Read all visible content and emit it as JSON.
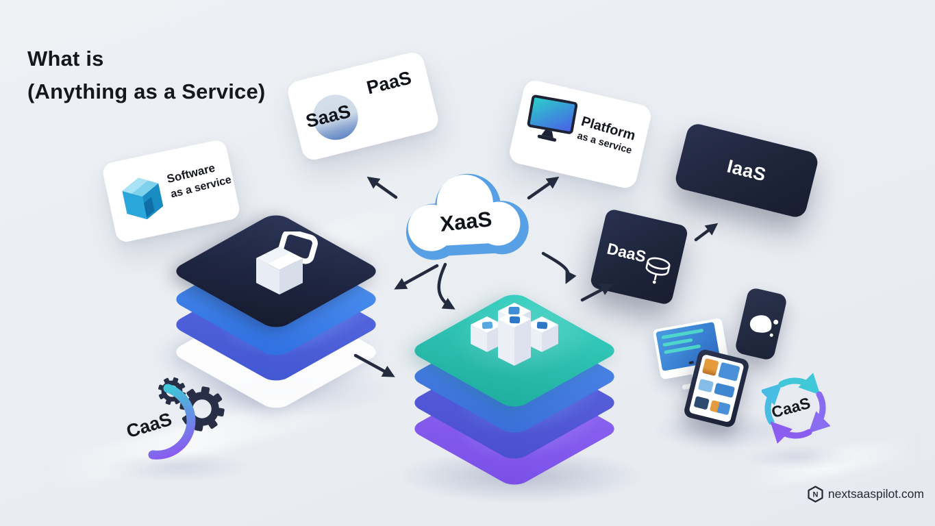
{
  "title": {
    "line1": "What is",
    "line2": "(Anything as a Service)"
  },
  "cloud": {
    "label": "XaaS"
  },
  "cards": {
    "saas_paas": {
      "saas_label": "SaaS",
      "paas_label": "PaaS"
    },
    "software": {
      "title": "Software",
      "subtitle": "as a service"
    },
    "platform": {
      "title": "Platform",
      "subtitle": "as a service"
    },
    "iaas": {
      "label": "IaaS"
    },
    "daas": {
      "label": "DaaS"
    }
  },
  "caas": {
    "left_label": "CaaS",
    "right_label": "CaaS"
  },
  "watermark": {
    "text": "nextsaaspilot.com"
  },
  "icons": {
    "cube": "cube-icon",
    "monitor": "monitor-icon",
    "database": "database-icon",
    "gear": "gear-icon",
    "cloud": "cloud-shape",
    "cycle": "cycle-arrows-icon",
    "logo": "hexagon-logo-icon"
  },
  "colors": {
    "background": "#ECEEF2",
    "dark_navy": "#1E2439",
    "cloud_border": "#57A0E5",
    "teal": "#2EC4B6",
    "blue": "#3E7FE8",
    "indigo": "#5A5FD8",
    "purple": "#8B5CF6",
    "arrow": "#242B3F",
    "accent_teal": "#4FD6CC",
    "accent_orange": "#E59B3C"
  }
}
